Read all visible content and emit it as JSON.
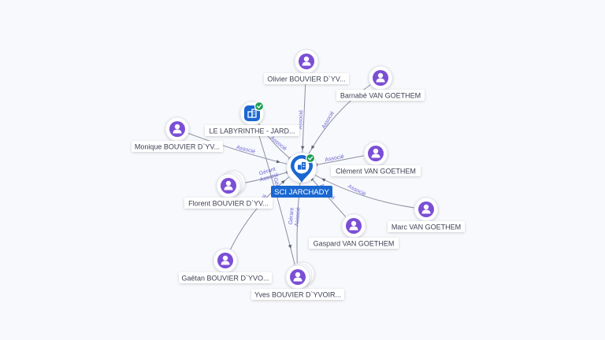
{
  "colors": {
    "person": "#7b4ed6",
    "company": "#1a67d2",
    "center": "#1a67d2",
    "verified": "#1f9d55",
    "edge": "#8a8fa3",
    "edge_label": "#6d63d6"
  },
  "center": {
    "label": "SCI JARCHADY",
    "icon": "building-icon",
    "verified": true
  },
  "nodes": [
    {
      "id": "olivier",
      "label": "Olivier BOUVIER D`YV...",
      "type": "person",
      "icon": "person-icon"
    },
    {
      "id": "barnabe",
      "label": "Barnabé VAN GOETHEM",
      "type": "person",
      "icon": "person-icon"
    },
    {
      "id": "labyrinthe",
      "label": "LE LABYRINTHE - JARD...",
      "type": "company",
      "icon": "company-icon",
      "verified": true
    },
    {
      "id": "monique",
      "label": "Monique BOUVIER D`YV...",
      "type": "person",
      "icon": "person-icon"
    },
    {
      "id": "clement",
      "label": "Clément VAN GOETHEM",
      "type": "person",
      "icon": "person-icon"
    },
    {
      "id": "florent",
      "label": "Florent BOUVIER D`YV...",
      "type": "person",
      "icon": "person-icon",
      "stacked": true
    },
    {
      "id": "marc",
      "label": "Marc VAN GOETHEM",
      "type": "person",
      "icon": "person-icon"
    },
    {
      "id": "gaspard",
      "label": "Gaspard VAN GOETHEM",
      "type": "person",
      "icon": "person-icon"
    },
    {
      "id": "gaetan",
      "label": "Gaëtan BOUVIER D`YVO...",
      "type": "person",
      "icon": "person-icon"
    },
    {
      "id": "yves",
      "label": "Yves BOUVIER D`YVOIR...",
      "type": "person",
      "icon": "person-icon",
      "stacked": true
    }
  ],
  "edges": [
    {
      "from": "olivier",
      "labels": [
        "Associé"
      ]
    },
    {
      "from": "barnabe",
      "labels": [
        "Associé"
      ]
    },
    {
      "from": "labyrinthe",
      "labels": [
        "Associé"
      ]
    },
    {
      "from": "monique",
      "labels": [
        "Associé"
      ]
    },
    {
      "from": "clement",
      "labels": [
        "Associé"
      ]
    },
    {
      "from": "florent",
      "labels": [
        "Gérant",
        "Associé"
      ]
    },
    {
      "from": "marc",
      "labels": [
        "Associé"
      ]
    },
    {
      "from": "gaspard",
      "labels": [
        "Associé"
      ]
    },
    {
      "from": "gaetan",
      "labels": [
        "Associé"
      ]
    },
    {
      "from": "yves",
      "labels": [
        "Gérant",
        "Associé"
      ]
    },
    {
      "from": "labyrinthe",
      "to": "yves",
      "labels": [
        "Gérant"
      ]
    }
  ]
}
